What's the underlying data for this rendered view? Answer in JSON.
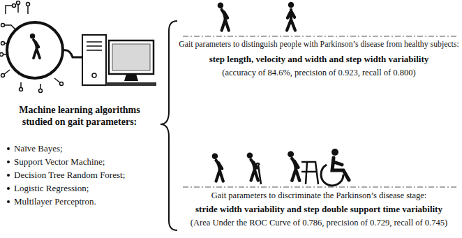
{
  "diagram": {
    "labels": [
      "Machine learning algorithms studied on gait parameters:",
      "Naïve Bayes;",
      "Support Vector Machine;",
      "Decision Tree Random Forest;",
      "Logistic Regression;",
      "Multilayer Perceptron.",
      "Gait parameters to distinguish people with Parkinson’s disease from healthy subjects:",
      "step length, velocity and width and step width variability",
      "(accuracy of 84.6%, precision of 0.923, recall of 0.800)",
      "Gait parameters to discriminate the Parkinson’s disease stage:",
      "stride width variability and step double support time variability",
      "(Area Under the ROC Curve of 0.786, precision of 0.729, recall of 0.745)"
    ]
  }
}
